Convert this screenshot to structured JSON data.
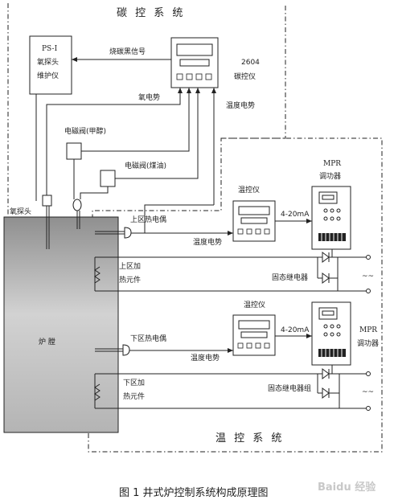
{
  "title_carbon": "碳 控 系 统",
  "title_temp": "温 控 系 统",
  "caption": "图 1  井式炉控制系统构成原理图",
  "ps_box": {
    "line1": "PS-I",
    "line2": "氧探头",
    "line3": "维护仪"
  },
  "signals": {
    "burnout": "烧碳黑信号",
    "oxygen_potential": "氧电势",
    "temp_potential_top": "温度电势",
    "temp_potential_upper": "温度电势",
    "temp_potential_lower": "温度电势",
    "current_upper": "4-20mA",
    "current_lower": "4-20mA"
  },
  "carbon_controller": {
    "model": "2604",
    "name": "碳控仪"
  },
  "solenoids": {
    "methanol": "电磁阀(甲醇)",
    "kerosene": "电磁阀(煤油)"
  },
  "oxygen_probe": "氧探头",
  "furnace": "炉 膛",
  "upper_zone": {
    "thermocouple": "上区热电偶",
    "heater_l1": "上区加",
    "heater_l2": "热元件",
    "controller": "温控仪",
    "mpr_l1": "MPR",
    "mpr_l2": "调功器",
    "ssr": "固态继电器"
  },
  "lower_zone": {
    "thermocouple": "下区热电偶",
    "heater_l1": "下区加",
    "heater_l2": "热元件",
    "controller": "温控仪",
    "mpr_l1": "MPR",
    "mpr_l2": "调功器",
    "ssr": "固态继电器组"
  },
  "ac_symbol": "~~",
  "watermark": "Baidu 经验"
}
